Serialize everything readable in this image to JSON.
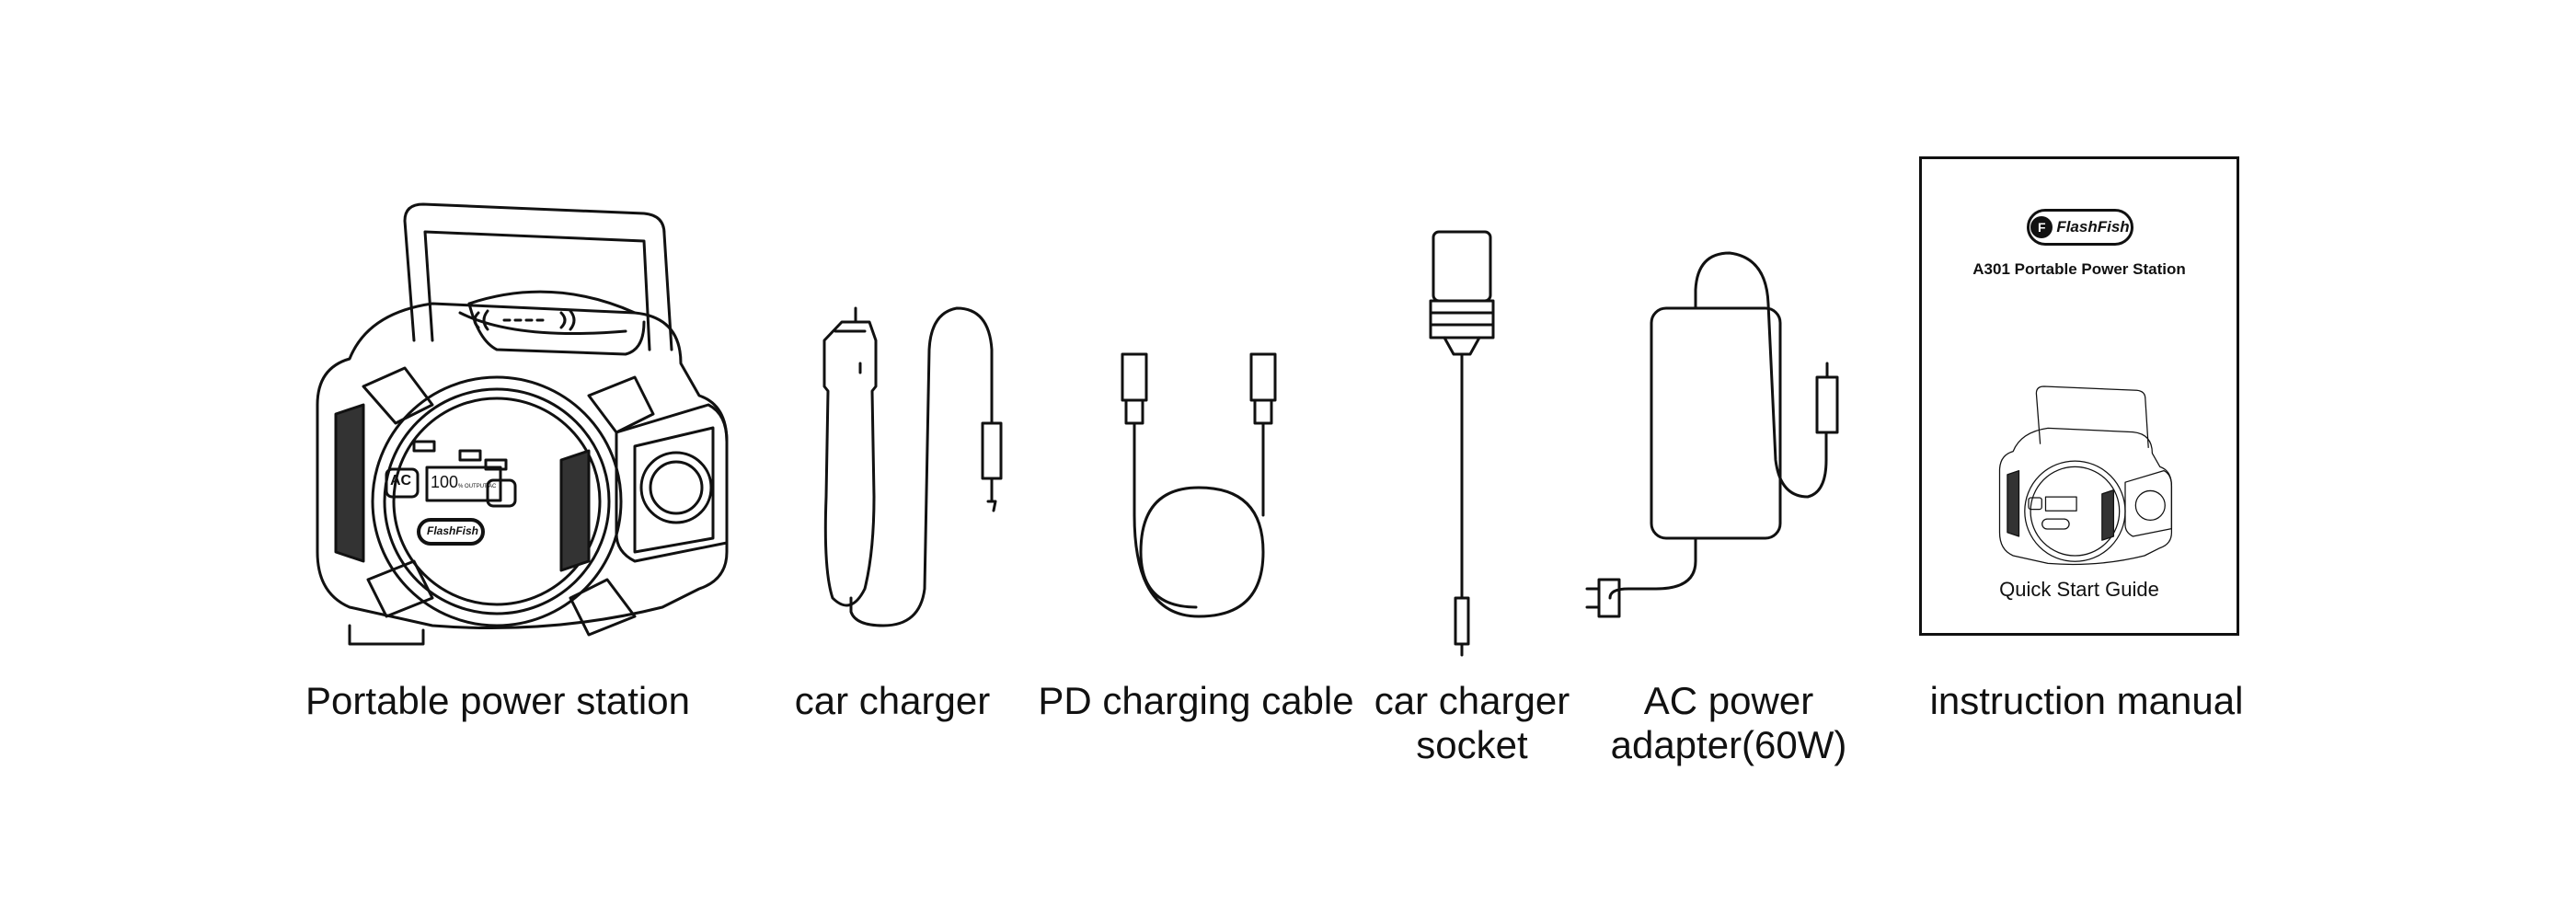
{
  "items": [
    {
      "label": "Portable power station"
    },
    {
      "label": "car charger"
    },
    {
      "label": "PD charging cable"
    },
    {
      "label_line1": "car charger",
      "label_line2": "socket"
    },
    {
      "label_line1": "AC power",
      "label_line2": "adapter(60W)"
    },
    {
      "label": "instruction manual"
    }
  ],
  "device_panel": {
    "display_value": "100",
    "display_suffix": "% OUTPUT AC",
    "ac_button": "AC",
    "brand": "FlashFish"
  },
  "manual": {
    "brand": "FlashFish",
    "title": "A301 Portable Power Station",
    "subtitle": "Quick Start Guide"
  }
}
